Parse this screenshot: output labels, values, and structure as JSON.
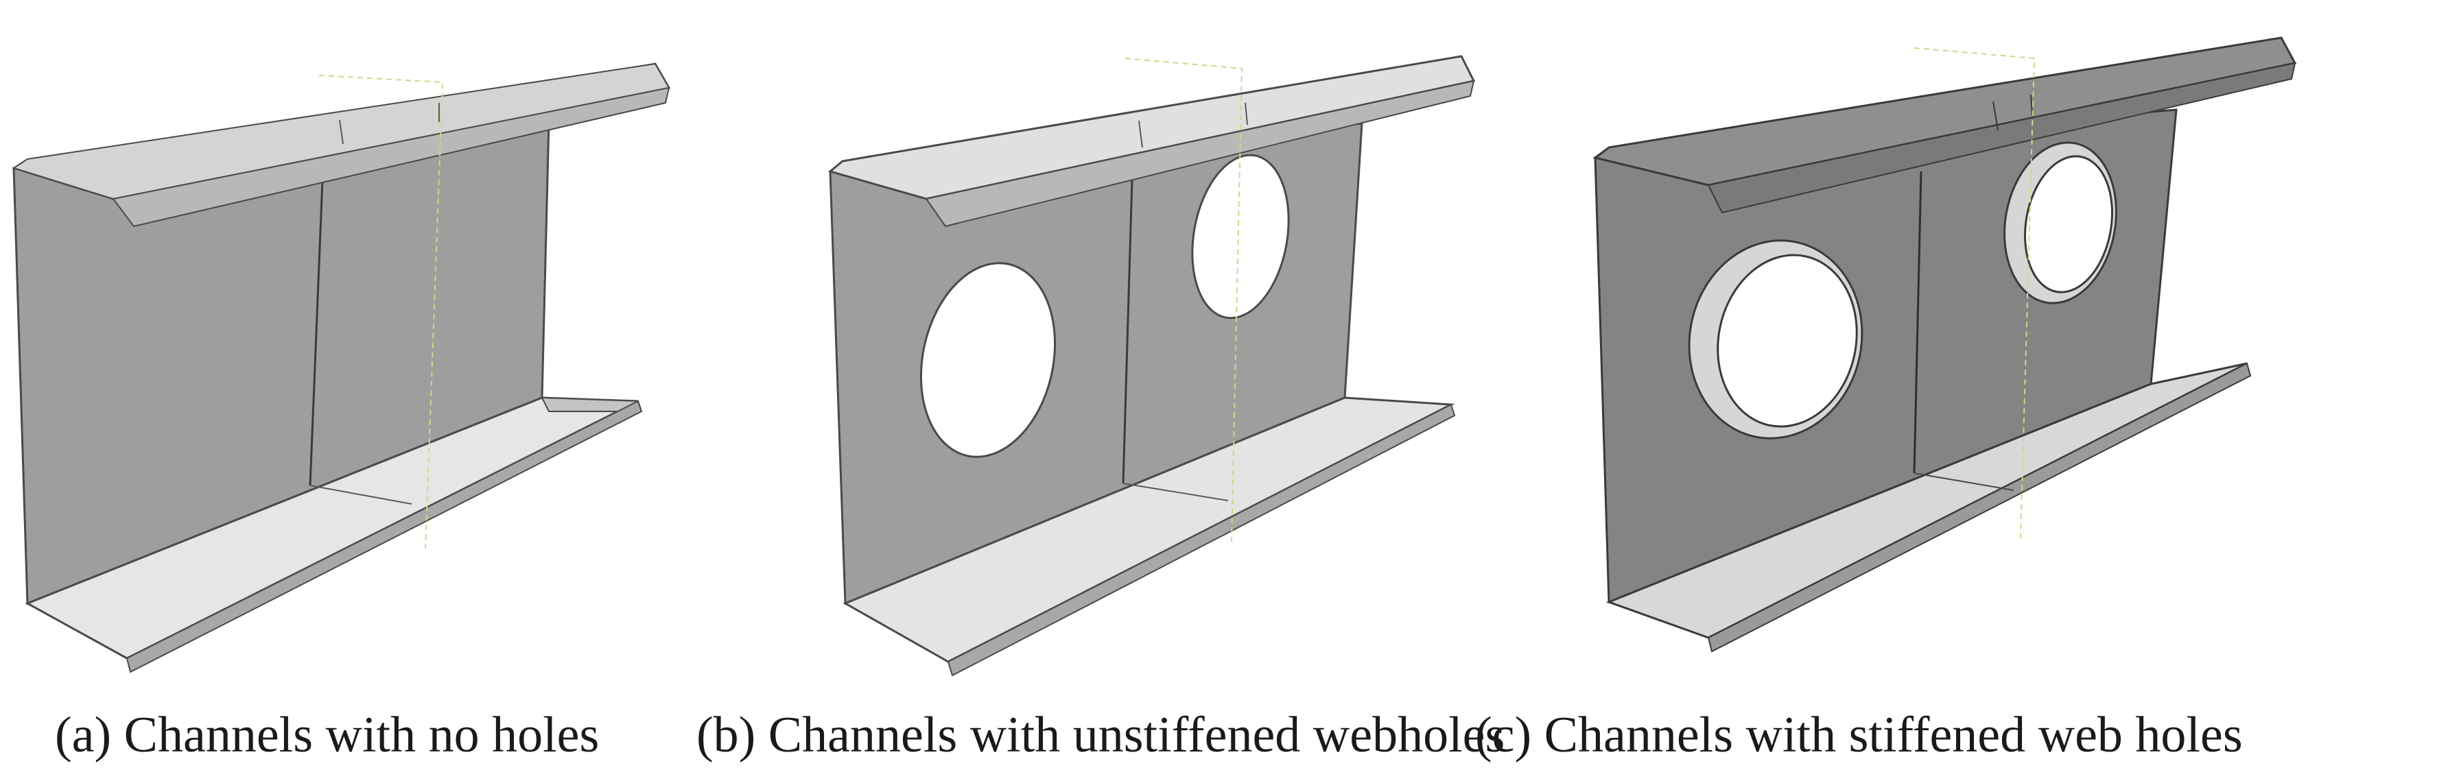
{
  "figure": {
    "colors": {
      "web_plain": "#9e9e9e",
      "web_dark": "#8a8a8a",
      "flange_top": "#dedede",
      "flange_side": "#bdbdbd",
      "lip": "#c8c8c8",
      "edge": "#4a4a4a",
      "hole": "#ffffff",
      "stiffener": "#cfcfcf",
      "guide": "#d8d38a"
    },
    "panels": [
      {
        "id": "a",
        "caption": "(a) Channels with no holes",
        "holes": "none"
      },
      {
        "id": "b",
        "caption": "(b) Channels with unstiffened webholes",
        "holes": "unstiffened"
      },
      {
        "id": "c",
        "caption": "(c) Channels with stiffened web holes",
        "holes": "stiffened"
      }
    ]
  }
}
